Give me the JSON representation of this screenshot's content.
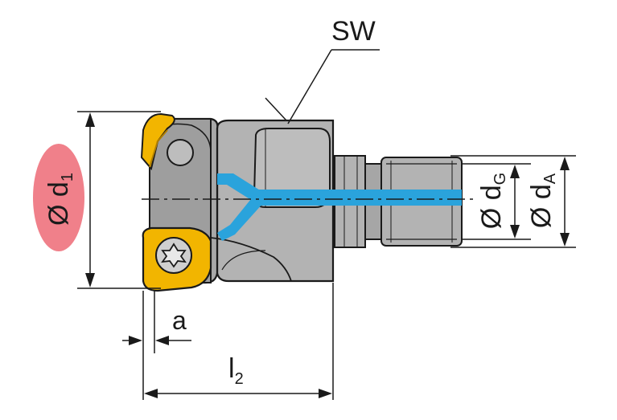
{
  "diagram": {
    "title": "Shell end mill with screw-in connection",
    "labels": {
      "sw": "SW",
      "d1_symbol": "Ø d",
      "d1_sub": "1",
      "dg_symbol": "Ø d",
      "dg_sub": "G",
      "da_symbol": "Ø d",
      "da_sub": "A",
      "a": "a",
      "l2_symbol": "l",
      "l2_sub": "2"
    },
    "colors": {
      "body": "#b3b3b3",
      "body_dark": "#8c8c8c",
      "insert": "#f2b500",
      "insert_dark": "#b07f00",
      "coolant": "#2aa3dc",
      "highlight": "#f0808a",
      "line": "#1a1a1a"
    }
  }
}
